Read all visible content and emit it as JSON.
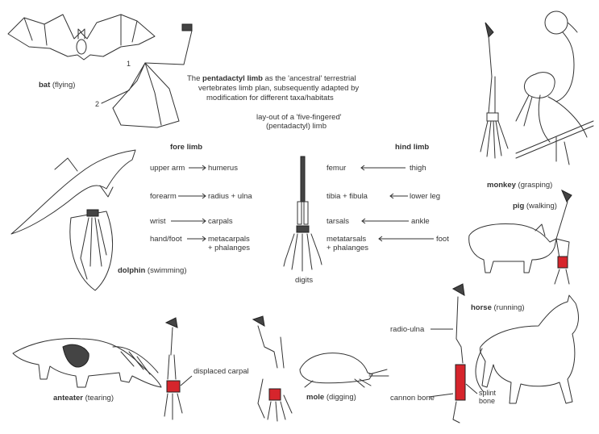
{
  "intro": {
    "line1_pre": "The ",
    "line1_bold": "pentadactyl limb",
    "line1_post": " as the 'ancestral' terrestrial",
    "line2": "vertebrates limb plan, subsequently adapted by",
    "line3": "modification for different taxa/habitats",
    "layout_line1": "lay-out of a 'five-fingered'",
    "layout_line2": "(pentadactyl) limb"
  },
  "fore_limb": {
    "heading": "fore limb",
    "rows": [
      {
        "common": "upper arm",
        "bone": "humerus"
      },
      {
        "common": "forearm",
        "bone": "radius + ulna"
      },
      {
        "common": "wrist",
        "bone": "carpals"
      },
      {
        "common": "hand/foot",
        "bone": "metacarpals",
        "bone2": "+ phalanges"
      }
    ]
  },
  "hind_limb": {
    "heading": "hind limb",
    "rows": [
      {
        "bone": "femur",
        "common": "thigh"
      },
      {
        "bone": "tibia + fibula",
        "common": "lower leg"
      },
      {
        "bone": "tarsals",
        "common": "ankle"
      },
      {
        "bone": "metatarsals",
        "bone2": "+ phalanges",
        "common": "foot"
      }
    ]
  },
  "digits_label": "digits",
  "animals": {
    "bat": {
      "name": "bat",
      "mode": " (flying)"
    },
    "monkey": {
      "name": "monkey",
      "mode": " (grasping)"
    },
    "pig": {
      "name": "pig",
      "mode": " (walking)"
    },
    "dolphin": {
      "name": "dolphin",
      "mode": " (swimming)"
    },
    "horse": {
      "name": "horse",
      "mode": " (running)"
    },
    "anteater": {
      "name": "anteater",
      "mode": " (tearing)"
    },
    "mole": {
      "name": "mole",
      "mode": " (digging)"
    }
  },
  "annotations": {
    "displaced_carpal": "displaced carpal",
    "radio_ulna": "radio-ulna",
    "cannon_bone": "cannon bone",
    "splint_bone_1": "splint",
    "splint_bone_2": "bone"
  },
  "colors": {
    "ink": "#333333",
    "highlight": "#d6252c"
  }
}
